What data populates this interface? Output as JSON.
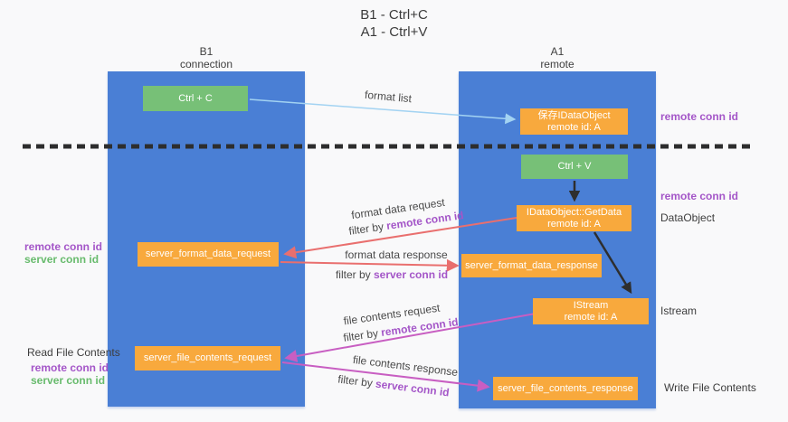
{
  "title": {
    "line1": "B1 - Ctrl+C",
    "line2": "A1 - Ctrl+V"
  },
  "columns": {
    "left": {
      "name_line": "B1",
      "sub_line": "connection"
    },
    "right": {
      "name_line": "A1",
      "sub_line": "remote"
    }
  },
  "nodes": {
    "ctrl_c": {
      "label": "Ctrl + C"
    },
    "ctrl_v": {
      "label": "Ctrl + V"
    },
    "save_dataobject": {
      "line1": "保存IDataObject",
      "line2": "remote id: A"
    },
    "getdata": {
      "line1": "IDataObject::GetData",
      "line2": "remote id: A"
    },
    "istream": {
      "line1": "IStream",
      "line2": "remote id: A"
    },
    "server_format_data_request": {
      "label": "server_format_data_request"
    },
    "server_format_data_response": {
      "label": "server_format_data_response"
    },
    "server_file_contents_request": {
      "label": "server_file_contents_request"
    },
    "server_file_contents_response": {
      "label": "server_file_contents_response"
    }
  },
  "edge_labels": {
    "format_list": "format list",
    "format_data_request": "format data request",
    "format_data_response": "format data response",
    "file_contents_request": "file contents request",
    "file_contents_response": "file contents response",
    "filter_by": "filter by ",
    "remote_conn_id": "remote conn id",
    "server_conn_id": "server conn id"
  },
  "side_labels": {
    "right_remote_conn_id_top": "remote conn id",
    "right_remote_conn_id_mid": "remote conn id",
    "right_dataobject": "DataObject",
    "right_istream": "Istream",
    "right_write_file_contents": "Write File Contents",
    "left_remote_conn_id_top": "remote conn id",
    "left_server_conn_id_top": "server conn id",
    "left_read_file_contents": "Read File Contents",
    "left_remote_conn_id_bottom": "remote conn id",
    "left_server_conn_id_bottom": "server conn id"
  },
  "colors": {
    "background": "#f9f9fa",
    "column_blue": "#4a7fd5",
    "box_green": "#77c077",
    "box_orange": "#f8a93d",
    "arrow_lightblue": "#a3d3f2",
    "arrow_red": "#e96f6e",
    "arrow_magenta": "#c85ec2",
    "arrow_black": "#2e2e2e",
    "text_purple": "#a456c8",
    "text_green": "#68bb6d"
  }
}
